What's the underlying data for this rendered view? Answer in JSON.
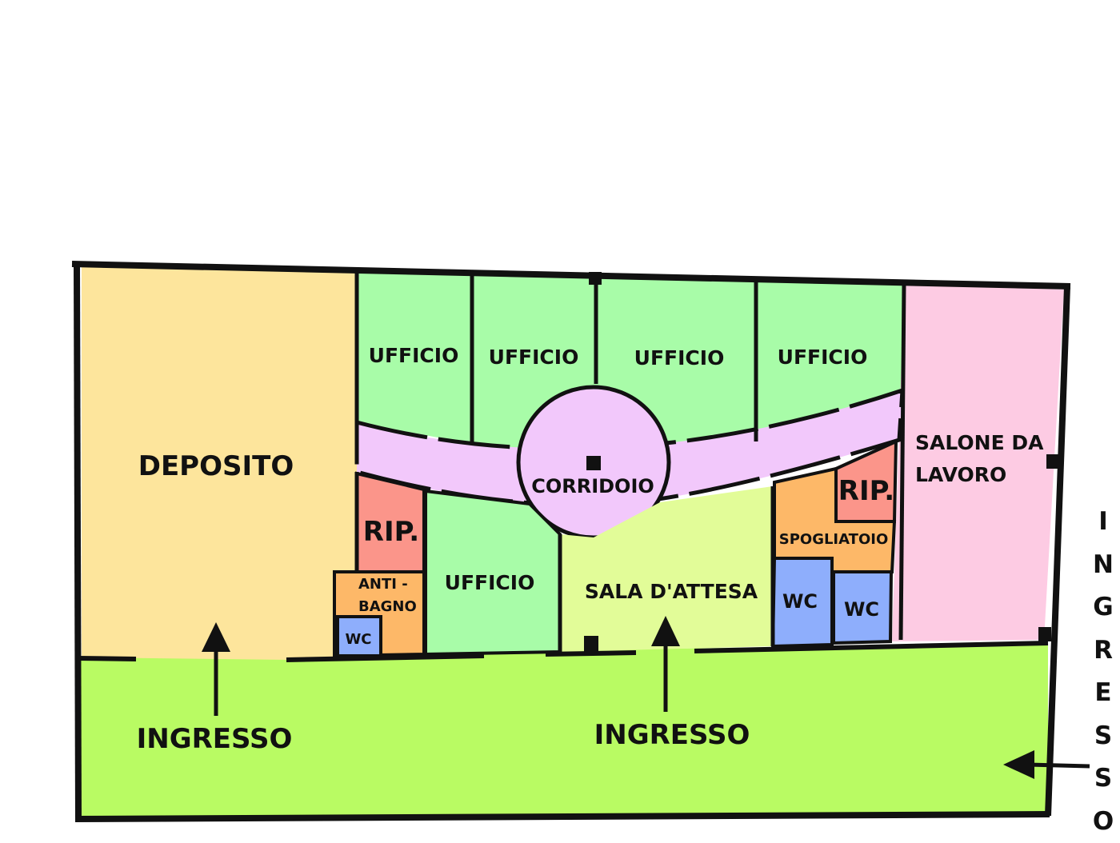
{
  "plan": {
    "colors": {
      "deposito": "#fde59c",
      "ufficio": "#a8fca8",
      "corridoio": "#f2c8fb",
      "salone": "#fdcbe3",
      "ripostiglio": "#fb958a",
      "antibagno": "#fdb868",
      "wc": "#8eaefc",
      "sala_attesa": "#e2fc98",
      "ingresso": "#b9fb63",
      "wall": "#111111"
    },
    "rooms": {
      "deposito": "DEPOSITO",
      "ufficio_1": "UFFICIO",
      "ufficio_2": "UFFICIO",
      "ufficio_3": "UFFICIO",
      "ufficio_4": "UFFICIO",
      "ufficio_5": "UFFICIO",
      "corridoio": "CORRIDOIO",
      "salone_line1": "SALONE DA",
      "salone_line2": "LAVORO",
      "rip_left": "RIP.",
      "rip_right": "RIP.",
      "antibagno_line1": "ANTI -",
      "antibagno_line2": "BAGNO",
      "wc_left": "WC",
      "wc_right_1": "WC",
      "wc_right_2": "WC",
      "spogliatoio": "SPOGLIATOIO",
      "sala_attesa": "SALA D'ATTESA"
    },
    "entrances": {
      "left": "INGRESSO",
      "center": "INGRESSO",
      "side_letters": [
        "I",
        "N",
        "G",
        "R",
        "E",
        "S",
        "S",
        "O"
      ]
    }
  }
}
